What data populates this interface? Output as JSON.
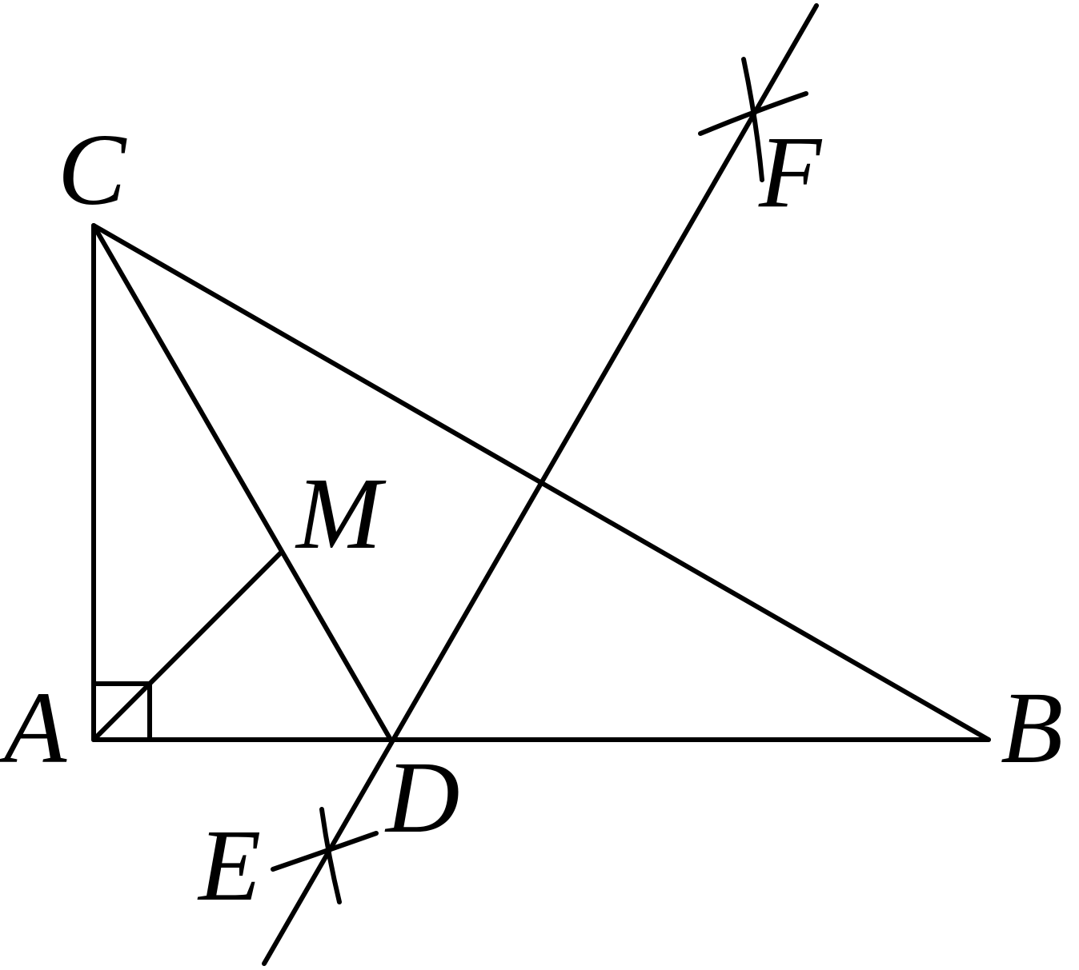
{
  "figure": {
    "labels": {
      "A": "A",
      "B": "B",
      "C": "C",
      "D": "D",
      "E": "E",
      "F": "F",
      "M": "M"
    },
    "stroke_color": "#000000",
    "background_color": "#ffffff"
  }
}
